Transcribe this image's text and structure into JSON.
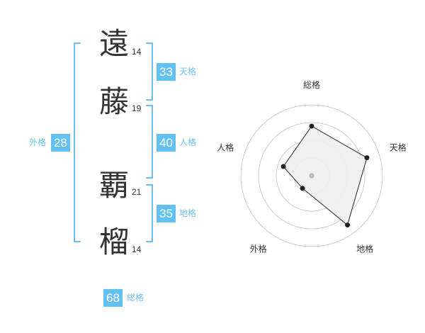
{
  "name": {
    "chars": [
      {
        "char": "遠",
        "strokes": "14"
      },
      {
        "char": "藤",
        "strokes": "19"
      },
      {
        "char": "覇",
        "strokes": "21"
      },
      {
        "char": "榴",
        "strokes": "14"
      }
    ]
  },
  "fortunes": {
    "tenkaku": {
      "value": "33",
      "label": "天格"
    },
    "jinkaku": {
      "value": "40",
      "label": "人格"
    },
    "chikaku": {
      "value": "35",
      "label": "地格"
    },
    "gaikaku": {
      "value": "28",
      "label": "外格"
    },
    "soukaku": {
      "value": "68",
      "label": "総格"
    }
  },
  "chart_data": {
    "type": "radar",
    "axes": [
      "総格",
      "天格",
      "地格",
      "外格",
      "人格"
    ],
    "values": [
      0.7,
      0.82,
      0.86,
      0.22,
      0.42
    ],
    "rings": 4,
    "range": [
      0,
      1
    ],
    "colors": {
      "ring": "#cccccc",
      "fill": "#eeeeee",
      "line": "#222222",
      "center": "#bbbbbb"
    }
  }
}
